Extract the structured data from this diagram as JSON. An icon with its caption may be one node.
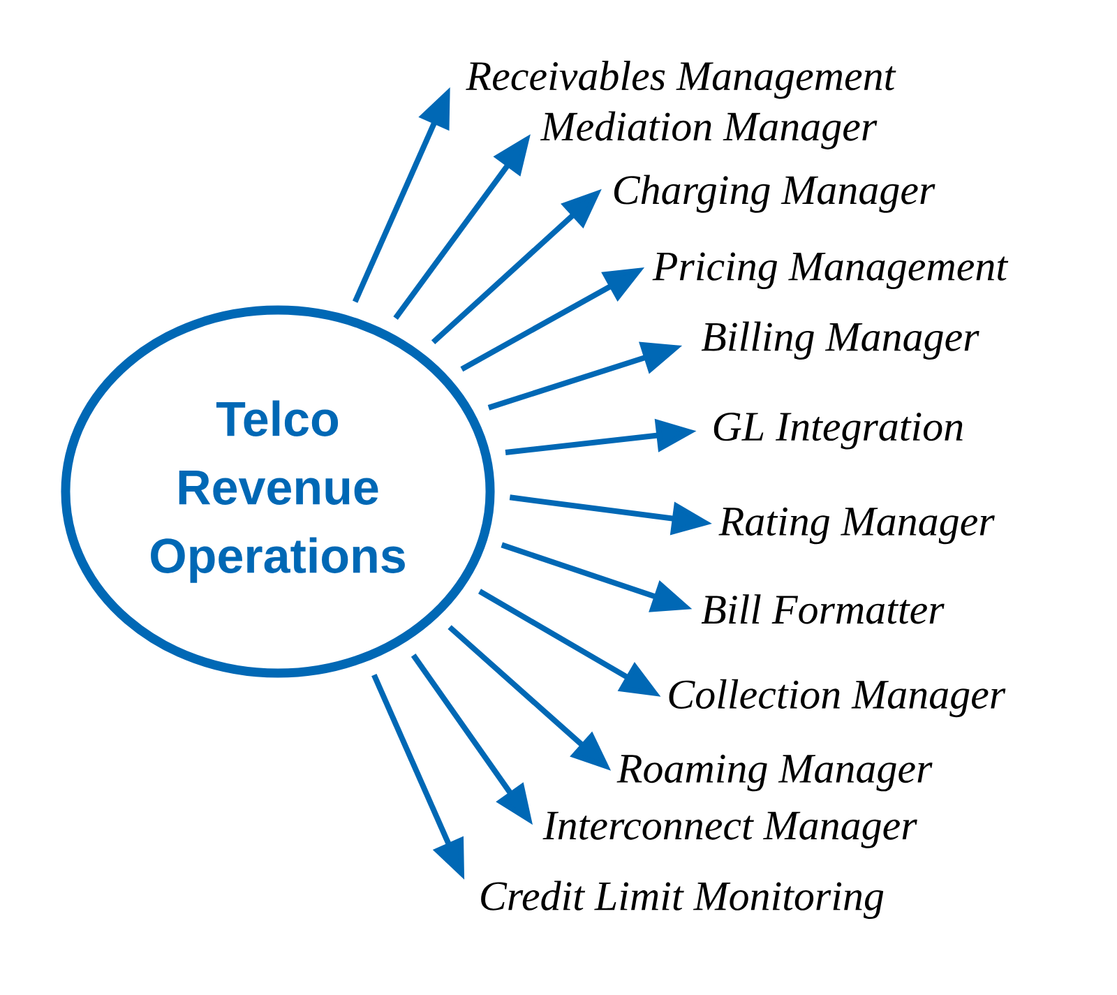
{
  "diagram": {
    "nodes": [
      {
        "text": [
          "Telco Revenue Operations"
        ]
      },
      {
        "text": [
          "Receivables Management"
        ]
      },
      {
        "text": [
          "Mediation Manager"
        ]
      },
      {
        "text": [
          "Charging Manager"
        ]
      },
      {
        "text": [
          "Pricing Management"
        ]
      },
      {
        "text": [
          "Billing Manager"
        ]
      },
      {
        "text": [
          "GL Integration"
        ]
      },
      {
        "text": [
          "Rating Manager"
        ]
      },
      {
        "text": [
          "Bill Formatter"
        ]
      },
      {
        "text": [
          "Collection Manager"
        ]
      },
      {
        "text": [
          "Roaming Manager"
        ]
      },
      {
        "text": [
          "Interconnect Manager"
        ]
      },
      {
        "text": [
          "Credit Limit Monitoring"
        ]
      }
    ],
    "edges": [
      {
        "from": 0,
        "to": 1,
        "arrow": "to"
      },
      {
        "from": 0,
        "to": 2,
        "arrow": "to"
      },
      {
        "from": 0,
        "to": 3,
        "arrow": "to"
      },
      {
        "from": 0,
        "to": 4,
        "arrow": "to"
      },
      {
        "from": 0,
        "to": 5,
        "arrow": "to"
      },
      {
        "from": 0,
        "to": 6,
        "arrow": "to"
      },
      {
        "from": 0,
        "to": 7,
        "arrow": "to"
      },
      {
        "from": 0,
        "to": 8,
        "arrow": "to"
      },
      {
        "from": 0,
        "to": 9,
        "arrow": "to"
      },
      {
        "from": 0,
        "to": 10,
        "arrow": "to"
      },
      {
        "from": 0,
        "to": 11,
        "arrow": "to"
      },
      {
        "from": 0,
        "to": 12,
        "arrow": "to"
      }
    ]
  }
}
